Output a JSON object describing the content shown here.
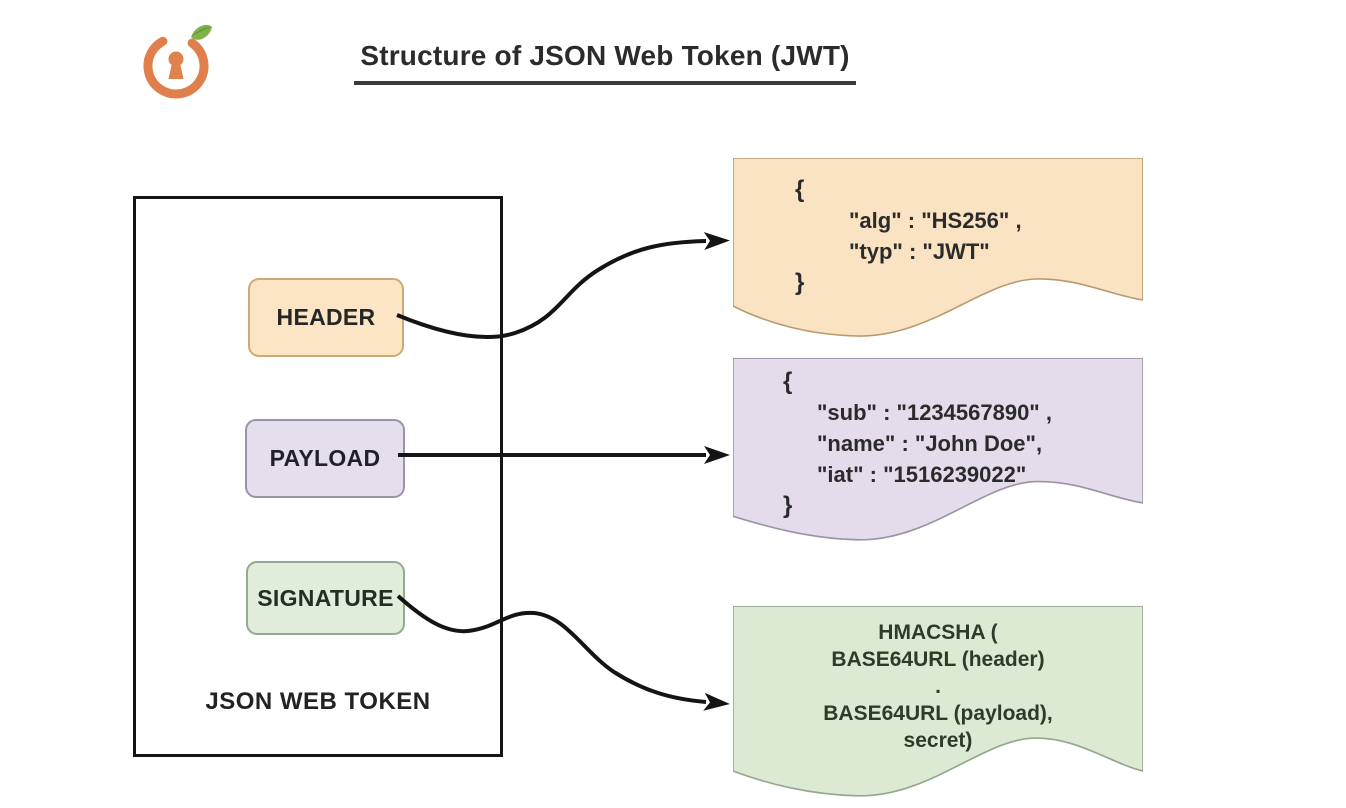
{
  "title": {
    "text": "Structure of JSON Web Token (JWT)"
  },
  "logo": {
    "name": "orange-keyhole-logo"
  },
  "jwt_box": {
    "label": "JSON WEB TOKEN",
    "parts": [
      {
        "id": "header",
        "label": "HEADER"
      },
      {
        "id": "payload",
        "label": "PAYLOAD"
      },
      {
        "id": "signature",
        "label": "SIGNATURE"
      }
    ]
  },
  "documents": [
    {
      "name": "header-json-document",
      "fill": "#fae3c2",
      "stroke": "#b89a6e",
      "open": "{",
      "close": "}",
      "lines": [
        "\"alg\" : \"HS256\" ,",
        "\"typ\" : \"JWT\""
      ]
    },
    {
      "name": "payload-json-document",
      "fill": "#e4dcea",
      "stroke": "#9a93a4",
      "open": "{",
      "close": "}",
      "lines": [
        "\"sub\" : \"1234567890\" ,",
        "\"name\" : \"John Doe\",",
        "\"iat\" : \"1516239022\""
      ]
    },
    {
      "name": "signature-formula-document",
      "fill": "#dcead4",
      "stroke": "#94a690",
      "lines": [
        "HMACSHA (",
        "BASE64URL (header)",
        ".",
        "BASE64URL (payload),",
        "secret)"
      ]
    }
  ],
  "colors": {
    "background": "#ffffff",
    "ink": "#141414",
    "header_fill": "#fbe5c4",
    "header_border": "#cfa87a",
    "payload_fill": "#e5deec",
    "payload_border": "#9b94a6",
    "signature_fill": "#dfedda",
    "signature_border": "#95ab91",
    "logo_orange": "#e07f4b",
    "logo_leaf_green": "#7fb348"
  }
}
